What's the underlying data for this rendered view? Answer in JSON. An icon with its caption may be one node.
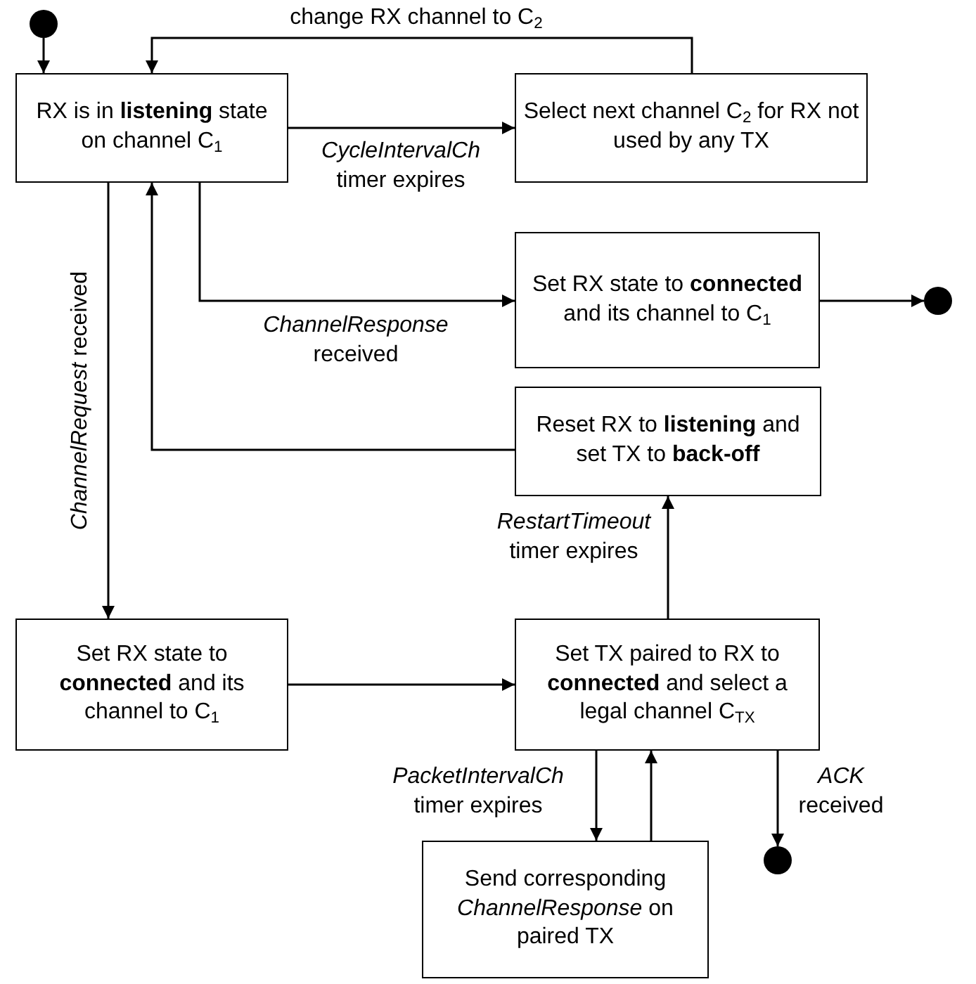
{
  "diagram": {
    "nodes": [
      {
        "text": [],
        "shape": "circle"
      },
      {
        "text": [
          "RX is in **listening** state on channel C$_{1}$"
        ]
      },
      {
        "text": [
          "Select next channel C$_{2}$ for RX not used by any TX"
        ]
      },
      {
        "text": [
          "Set RX state to **connected** and its channel to C$_{1}$"
        ]
      },
      {
        "text": [],
        "shape": "circle"
      },
      {
        "text": [
          "Reset RX to **listening** and set TX to **back-off**"
        ]
      },
      {
        "text": [
          "Set RX state to **connected** and its channel to C$_{1}$"
        ]
      },
      {
        "text": [
          "Set TX paired to RX to **connected** and select a legal channel C$_{TX}$"
        ]
      },
      {
        "text": [
          "Send corresponding *ChannelResponse* on paired TX"
        ]
      },
      {
        "text": [],
        "shape": "circle"
      }
    ],
    "edges": [
      {
        "from": 0,
        "to": 1,
        "arrow": "to"
      },
      {
        "from": 1,
        "to": 2,
        "arrow": "to",
        "label": "*CycleIntervalCh* timer expires"
      },
      {
        "from": 2,
        "to": 1,
        "arrow": "to",
        "label": "change RX channel to C$_{2}$"
      },
      {
        "from": 1,
        "to": 3,
        "arrow": "to",
        "label": "*ChannelResponse* received"
      },
      {
        "from": 3,
        "to": 4,
        "arrow": "to"
      },
      {
        "from": 5,
        "to": 1,
        "arrow": "to"
      },
      {
        "from": 1,
        "to": 6,
        "arrow": "to",
        "label": "*ChannelRequest* received"
      },
      {
        "from": 6,
        "to": 7,
        "arrow": "to"
      },
      {
        "from": 7,
        "to": 5,
        "arrow": "to",
        "label": "*RestartTimeout* timer expires"
      },
      {
        "from": 7,
        "to": 8,
        "arrow": "to",
        "label": "*PacketIntervalCh* timer expires"
      },
      {
        "from": 8,
        "to": 7,
        "arrow": "to"
      },
      {
        "from": 7,
        "to": 9,
        "arrow": "to",
        "label": "*ACK* received"
      }
    ]
  }
}
